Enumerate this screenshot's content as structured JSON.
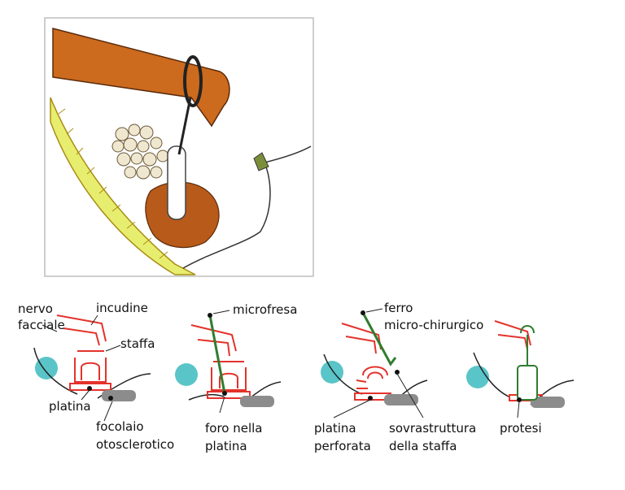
{
  "colors": {
    "bone": "#e7ee6f",
    "bone_stroke": "#a98d14",
    "arm": "#cc6a1e",
    "cavity": "#b85a1a",
    "stapes_red": "#e3332b",
    "tool_green": "#2f7d2f",
    "otosclerosis_gray": "#8c8c8c",
    "nerve_teal": "#5ac5c8",
    "label_text": "#111111"
  },
  "panels": [
    {
      "labels": {
        "nervo": "nervo",
        "facciale": "facciale",
        "incudine": "incudine",
        "staffa": "staffa",
        "platina": "platina",
        "focolaio": "focolaio",
        "otosclerotico": "otosclerotico"
      }
    },
    {
      "labels": {
        "microfresa": "microfresa",
        "foro_nella": "foro nella",
        "platina": "platina"
      }
    },
    {
      "labels": {
        "ferro": "ferro",
        "micro_chirurgico": "micro-chirurgico",
        "platina": "platina",
        "perforata": "perforata",
        "sovrastruttura": "sovrastruttura",
        "della_staffa": "della staffa"
      }
    },
    {
      "labels": {
        "protesi": "protesi"
      }
    }
  ]
}
